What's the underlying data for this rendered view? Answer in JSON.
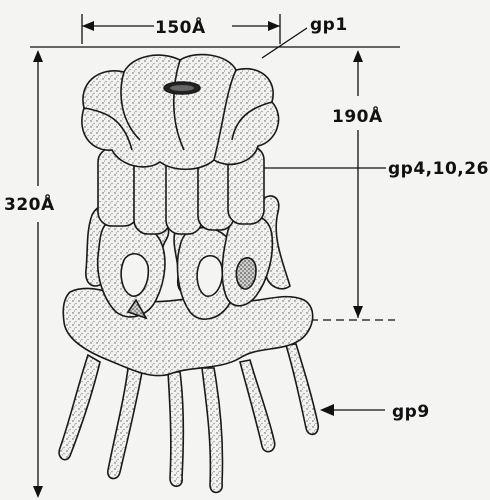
{
  "labels": {
    "width_dim": "150Å",
    "gp1": "gp1",
    "height_190": "190Å",
    "gp4_10_26": "gp4,10,26",
    "height_320": "320Å",
    "gp9": "gp9"
  }
}
